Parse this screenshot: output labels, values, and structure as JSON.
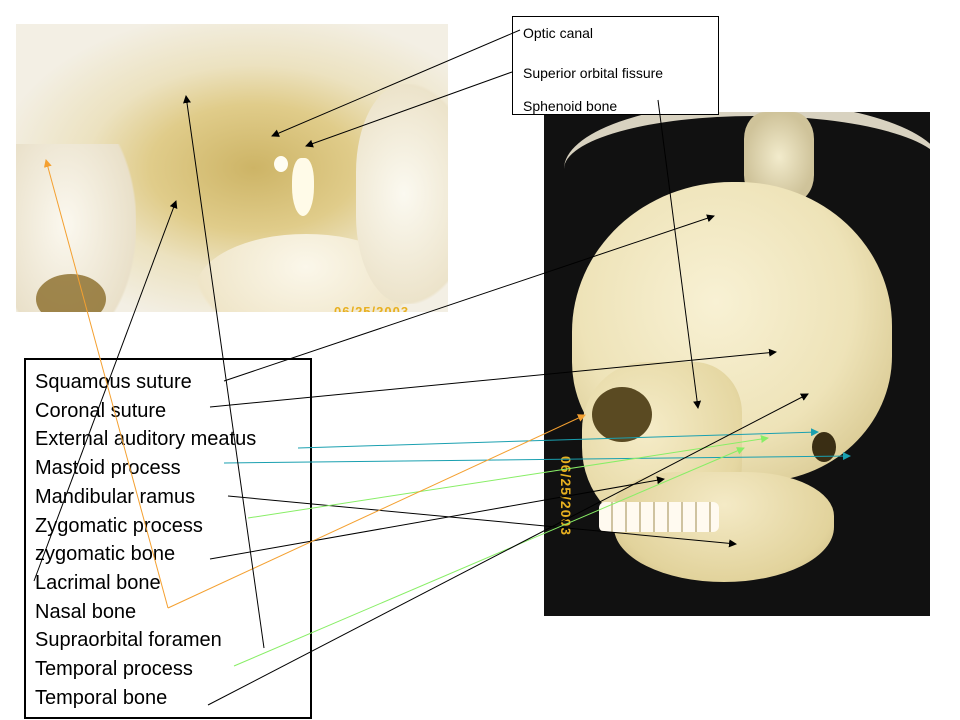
{
  "photos": {
    "orbit_date": "06/25/2003",
    "skull_date": "06/25/2003"
  },
  "orbit_labels": [
    "Optic canal",
    "Superior orbital fissure",
    "Sphenoid bone"
  ],
  "skull_labels": [
    "Squamous suture",
    "Coronal suture",
    "External auditory meatus",
    "Mastoid process",
    "Mandibular ramus",
    "Zygomatic process",
    "zygomatic bone",
    "Lacrimal bone",
    "Nasal bone",
    "Supraorbital foramen",
    "Temporal process",
    "Temporal bone"
  ],
  "colors": {
    "black_leader": "#000000",
    "orange_leader": "#f4a030",
    "teal_leader": "#1aa0b0",
    "green_leader": "#88ee66"
  }
}
